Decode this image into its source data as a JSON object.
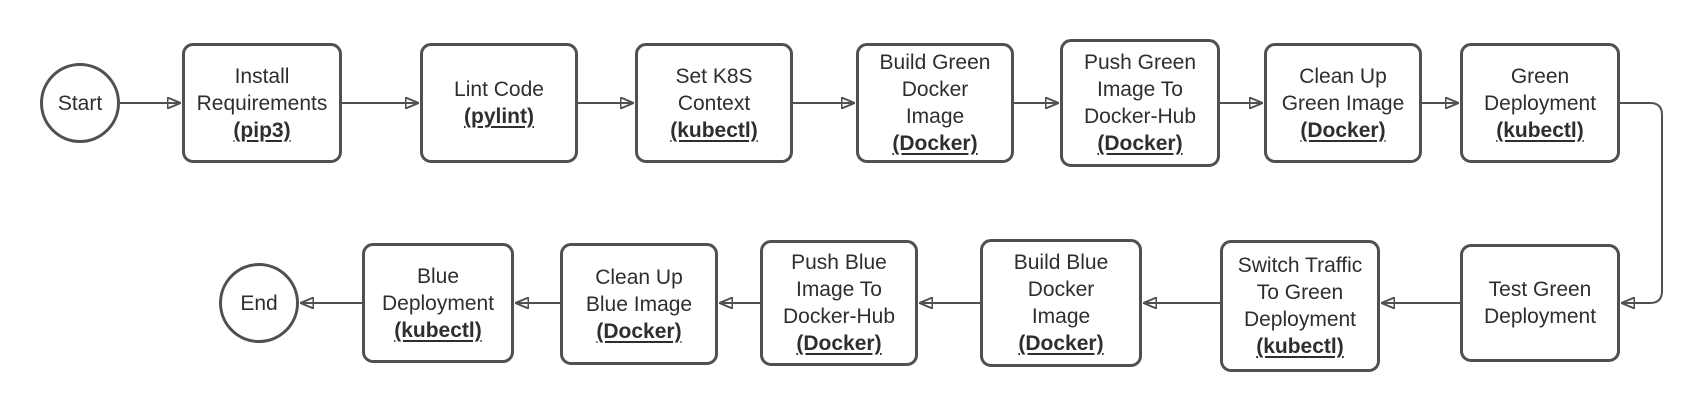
{
  "colors": {
    "background": "#ffffff",
    "node_fill": "#ffffff",
    "stroke": "#505050",
    "text": "#2e2e2e"
  },
  "nodes": {
    "start": {
      "shape": "circle",
      "label": "Start"
    },
    "install": {
      "shape": "box",
      "label": "Install\nRequirements",
      "tool": "(pip3)"
    },
    "lint": {
      "shape": "box",
      "label": "Lint Code",
      "tool": "(pylint)"
    },
    "k8s_context": {
      "shape": "box",
      "label": "Set K8S\nContext",
      "tool": "(kubectl)"
    },
    "build_green": {
      "shape": "box",
      "label": "Build Green\nDocker\nImage",
      "tool": "(Docker)"
    },
    "push_green": {
      "shape": "box",
      "label": "Push Green\nImage To\nDocker-Hub",
      "tool": "(Docker)"
    },
    "clean_green": {
      "shape": "box",
      "label": "Clean Up\nGreen Image",
      "tool": "(Docker)"
    },
    "green_deploy": {
      "shape": "box",
      "label": "Green\nDeployment",
      "tool": "(kubectl)"
    },
    "test_green": {
      "shape": "box",
      "label": "Test Green\nDeployment"
    },
    "switch_traffic": {
      "shape": "box",
      "label": "Switch Traffic\nTo Green\nDeployment",
      "tool": "(kubectl)"
    },
    "build_blue": {
      "shape": "box",
      "label": "Build Blue\nDocker\nImage",
      "tool": "(Docker)"
    },
    "push_blue": {
      "shape": "box",
      "label": "Push Blue\nImage To\nDocker-Hub",
      "tool": "(Docker)"
    },
    "clean_blue": {
      "shape": "box",
      "label": "Clean Up\nBlue Image",
      "tool": "(Docker)"
    },
    "blue_deploy": {
      "shape": "box",
      "label": "Blue\nDeployment",
      "tool": "(kubectl)"
    },
    "end": {
      "shape": "circle",
      "label": "End"
    }
  },
  "edges": [
    {
      "from": "start",
      "to": "install"
    },
    {
      "from": "install",
      "to": "lint"
    },
    {
      "from": "lint",
      "to": "k8s_context"
    },
    {
      "from": "k8s_context",
      "to": "build_green"
    },
    {
      "from": "build_green",
      "to": "push_green"
    },
    {
      "from": "push_green",
      "to": "clean_green"
    },
    {
      "from": "clean_green",
      "to": "green_deploy"
    },
    {
      "from": "green_deploy",
      "to": "test_green"
    },
    {
      "from": "test_green",
      "to": "switch_traffic"
    },
    {
      "from": "switch_traffic",
      "to": "build_blue"
    },
    {
      "from": "build_blue",
      "to": "push_blue"
    },
    {
      "from": "push_blue",
      "to": "clean_blue"
    },
    {
      "from": "clean_blue",
      "to": "blue_deploy"
    },
    {
      "from": "blue_deploy",
      "to": "end"
    }
  ]
}
